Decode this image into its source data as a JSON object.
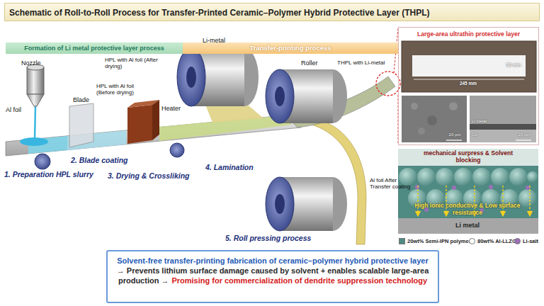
{
  "diagram": {
    "title": "Schematic of Roll-to-Roll Process for Transfer-Printed Ceramic–Polymer Hybrid Protective Layer (THPL)",
    "nodes": [
      {
        "text": [
          "Formation of Li metal protective layer process"
        ]
      },
      {
        "text": [
          "Transfer-printing process"
        ]
      },
      {
        "text": [
          "Large-area ultrathin protective layer"
        ]
      },
      {
        "text": [
          "Solvent-free transfer-printing fabrication of ceramic–polymer hybrid protective layer",
          "→ Prevents lithium surface damage caused by solvent + enables scalable large-area production →",
          "Promising for commercialization of dendrite suppression technology"
        ]
      }
    ],
    "labels": [
      "Nozzle",
      "Al foil",
      "Blade",
      "HPL with Al foil (Before drying)",
      "HPL with Al foil (After drying)",
      "Heater",
      "Li-metal",
      "1. Preparation HPL slurry",
      "2. Blade coating",
      "3. Drying & Crossliking",
      "4. Lamination",
      "Roller",
      "THPL with Li-metal",
      "Al foil After Transfer coating",
      "5. Roll pressing process",
      "50 mm",
      "245 mm",
      "20 μm",
      "20 μm",
      "Li metal",
      "Cu",
      "mechanical surpress & Solvent blocking",
      "High ionic conductive & Low surface resistance",
      "Li metal"
    ],
    "legend": [
      {
        "text": "20wt% Semi-IPN polymer",
        "color": "#4f8a83"
      },
      {
        "text": "80wt% Al-LLZO",
        "color": "#ffffff"
      },
      {
        "text": "Li-salt",
        "color": "#9b6fb8"
      }
    ]
  }
}
